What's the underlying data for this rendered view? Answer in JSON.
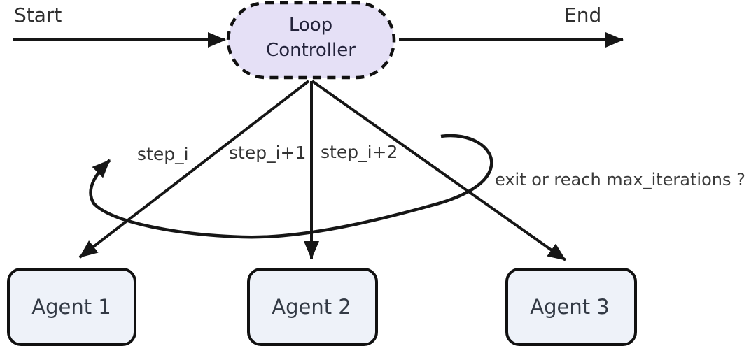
{
  "diagram": {
    "type": "flowchart",
    "start_label": "Start",
    "end_label": "End",
    "loop_controller_label": "Loop\nController",
    "agents": [
      {
        "label": "Agent 1"
      },
      {
        "label": "Agent 2"
      },
      {
        "label": "Agent 3"
      }
    ],
    "edge_labels": {
      "step_i": "step_i",
      "step_i_plus_1": "step_i+1",
      "step_i_plus_2": "step_i+2",
      "exit_condition": "exit or reach max_iterations ?"
    },
    "colors": {
      "loop_controller_fill": "#e5e0f6",
      "agent_fill": "#eef2f9",
      "stroke": "#161616",
      "text": "#2f2f2f"
    }
  }
}
